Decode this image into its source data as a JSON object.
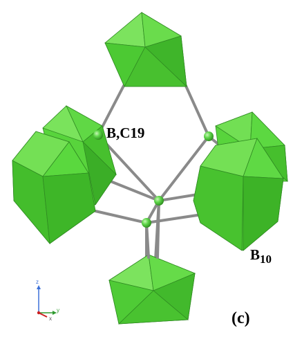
{
  "labels": {
    "cluster": "B,C19",
    "b10_main": "B",
    "b10_sub": "10",
    "panel": "(c)"
  },
  "axes": {
    "z": "z",
    "y": "y",
    "x": "x"
  },
  "colors": {
    "polyhedron_light": "#7ee55f",
    "polyhedron_mid": "#4fcf35",
    "polyhedron_dark": "#2f8f1f",
    "bond": "#8a8a8a",
    "atom": "#5fd64a",
    "axis_z": "#3a6fd8",
    "axis_y": "#2e9a2e",
    "axis_x": "#cc2020"
  }
}
